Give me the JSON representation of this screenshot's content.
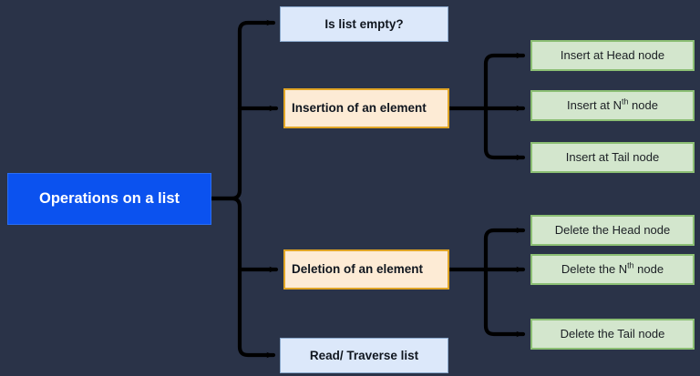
{
  "diagram": {
    "title": "Operations on a list",
    "background_color": "#2a3348",
    "type": "tree-flowchart",
    "root": {
      "label": "Operations on a list",
      "color": "#0b52ef",
      "text_color": "#ffffff"
    },
    "branches": [
      {
        "label": "Is list empty?",
        "style": "light-blue",
        "color": "#dce8fa",
        "border_color": "#8aa8cc",
        "children": []
      },
      {
        "label": "Insertion of an element",
        "style": "orange",
        "color": "#fdebd5",
        "border_color": "#e0a526",
        "children": [
          {
            "label_pre": "Insert at Head node",
            "label_sup": "",
            "label_post": "",
            "color": "#d3e6cd",
            "border_color": "#8cbf74"
          },
          {
            "label_pre": "Insert at N",
            "label_sup": "th",
            "label_post": " node",
            "color": "#d3e6cd",
            "border_color": "#8cbf74"
          },
          {
            "label_pre": "Insert at Tail node",
            "label_sup": "",
            "label_post": "",
            "color": "#d3e6cd",
            "border_color": "#8cbf74"
          }
        ]
      },
      {
        "label": "Deletion of an element",
        "style": "orange",
        "color": "#fdebd5",
        "border_color": "#e0a526",
        "children": [
          {
            "label_pre": "Delete the Head node",
            "label_sup": "",
            "label_post": "",
            "color": "#d3e6cd",
            "border_color": "#8cbf74"
          },
          {
            "label_pre": "Delete the N",
            "label_sup": "th",
            "label_post": " node",
            "color": "#d3e6cd",
            "border_color": "#8cbf74"
          },
          {
            "label_pre": "Delete the Tail node",
            "label_sup": "",
            "label_post": "",
            "color": "#d3e6cd",
            "border_color": "#8cbf74"
          }
        ]
      },
      {
        "label": "Read/ Traverse list",
        "style": "light-blue",
        "color": "#dce8fa",
        "border_color": "#8aa8cc",
        "children": []
      }
    ],
    "connector_color": "#000000"
  }
}
